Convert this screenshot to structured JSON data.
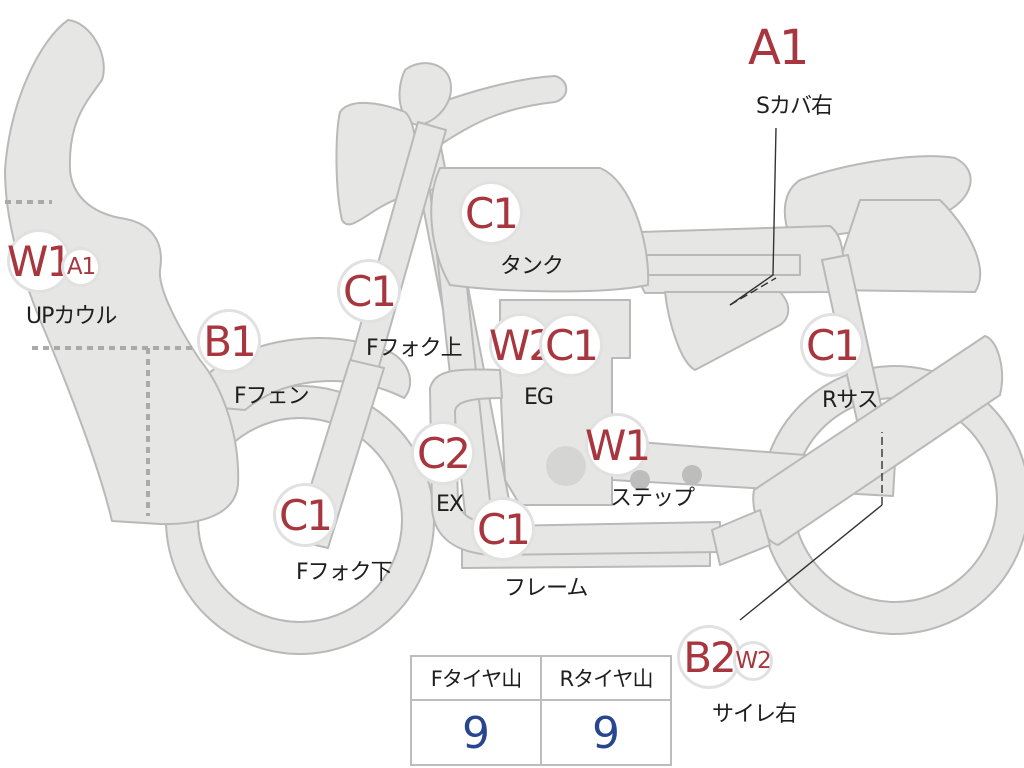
{
  "title": "",
  "colors": {
    "grade": "#a8363e",
    "tread_value": "#28458f",
    "part_fill": "#e6e6e4",
    "outline": "#b9b9b9"
  },
  "callouts": {
    "seat_cover_right": {
      "grade": "A1",
      "label": "Sカバ右"
    },
    "upper_cowl": {
      "grade": "W1",
      "sub_grade": "A1",
      "label": "UPカウル"
    },
    "tank": {
      "grade": "C1",
      "label": "タンク"
    },
    "fork_upper": {
      "grade": "C1",
      "label": "Fフォク上"
    },
    "front_fender": {
      "grade": "B1",
      "label": "Fフェン"
    },
    "engine": {
      "grade": "W2",
      "sub_grade": "C1",
      "label": "EG"
    },
    "rear_suspension": {
      "grade": "C1",
      "label": "Rサス"
    },
    "exhaust": {
      "grade": "C2",
      "label": "EX"
    },
    "step": {
      "grade": "W1",
      "label": "ステップ"
    },
    "fork_lower": {
      "grade": "C1",
      "label": "Fフォク下"
    },
    "frame": {
      "grade": "C1",
      "label": "フレーム"
    },
    "silencer_right": {
      "grade": "B2",
      "sub_grade": "W2",
      "label": "サイレ右"
    }
  },
  "tread_table": {
    "front_header": "Fタイヤ山",
    "rear_header": "Rタイヤ山",
    "front_value": "9",
    "rear_value": "9"
  }
}
